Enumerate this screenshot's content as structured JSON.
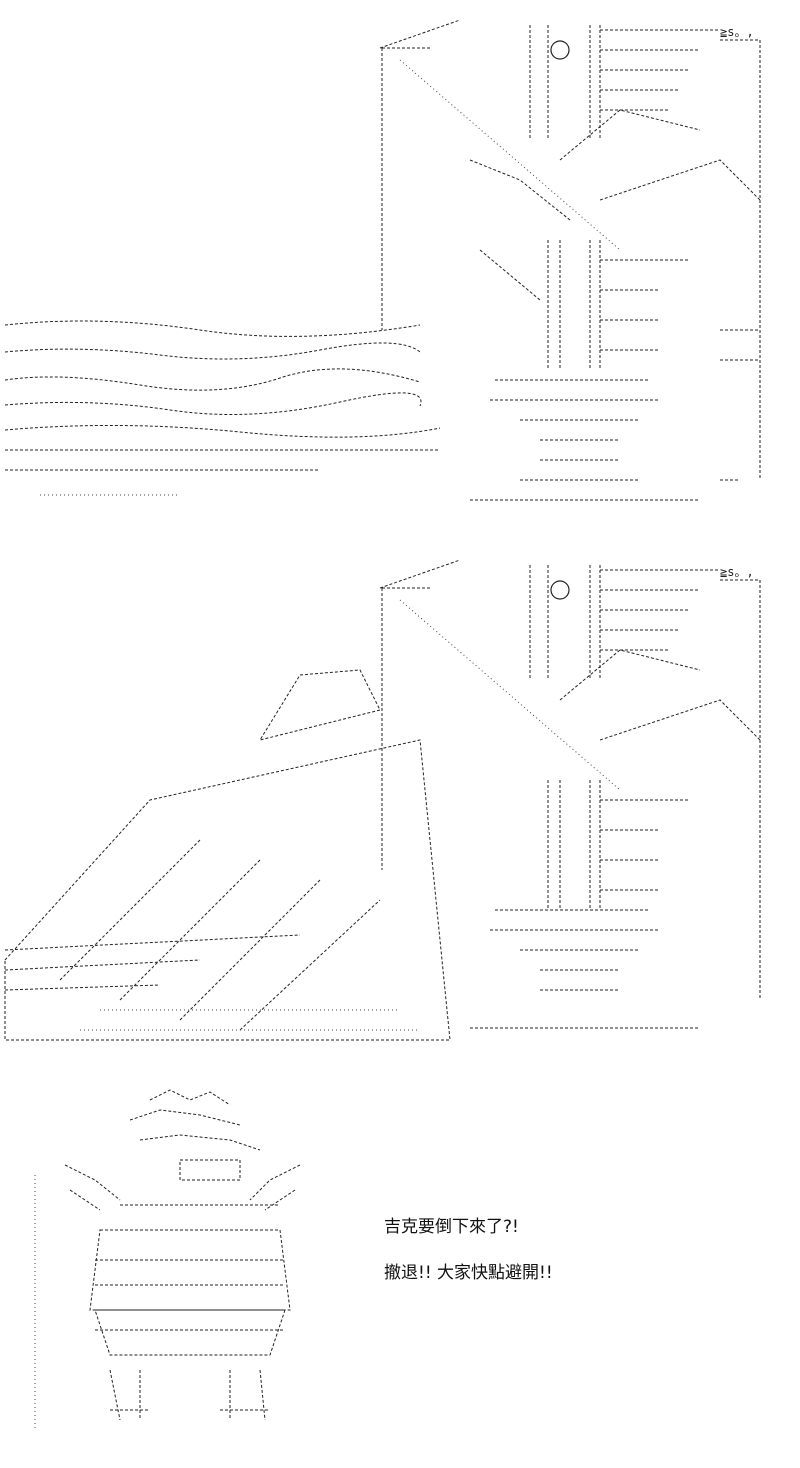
{
  "dialogue": {
    "line1": "吉克要倒下來了?!",
    "line2": "撤退!! 大家快點避開!!"
  },
  "art": {
    "panel1_sign": "≧s。,",
    "panel2_sign": "≧s。,"
  }
}
